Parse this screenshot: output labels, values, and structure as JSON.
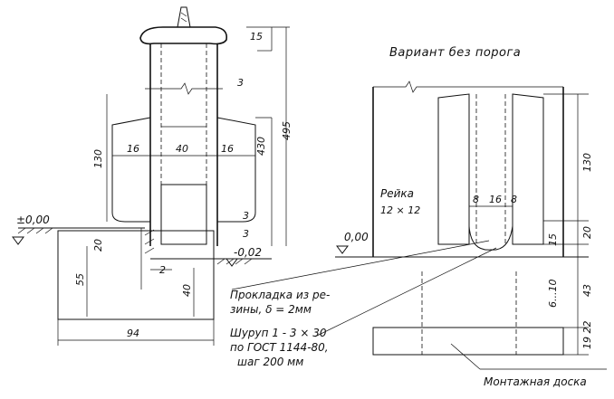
{
  "title": "Вариант без порога",
  "levels": {
    "zero_left": "±0,00",
    "minus": "-0,02",
    "zero_right": "0,00"
  },
  "left_view": {
    "dim_top": "15",
    "dim_495": "495",
    "dim_3_top": "3",
    "dim_16": "16",
    "dim_40": "40",
    "dim_16b": "16",
    "dim_430": "430",
    "dim_130": "130",
    "dim_3_bottom": "3",
    "dim_3": "3",
    "dim_20": "20",
    "dim_2": "2",
    "dim_55": "55",
    "dim_40b": "40",
    "dim_94": "94"
  },
  "right_view": {
    "rail_label": "Рейка",
    "rail_size": "12 × 12",
    "dim_8a": "8",
    "dim_16": "16",
    "dim_8b": "8",
    "dim_130": "130",
    "dim_20": "20",
    "dim_15": "15",
    "dim_6_10": "6...10",
    "dim_43": "43",
    "dim_19_22": "19 22"
  },
  "callouts": {
    "gasket_line1": "Прокладка из ре-",
    "gasket_line2": "зины, δ = 2мм",
    "screw_line1": "Шуруп 1 - 3 × 30",
    "screw_line2": "по ГОСТ 1144-80,",
    "screw_line3": "шаг 200 мм",
    "board": "Монтажная доска"
  }
}
